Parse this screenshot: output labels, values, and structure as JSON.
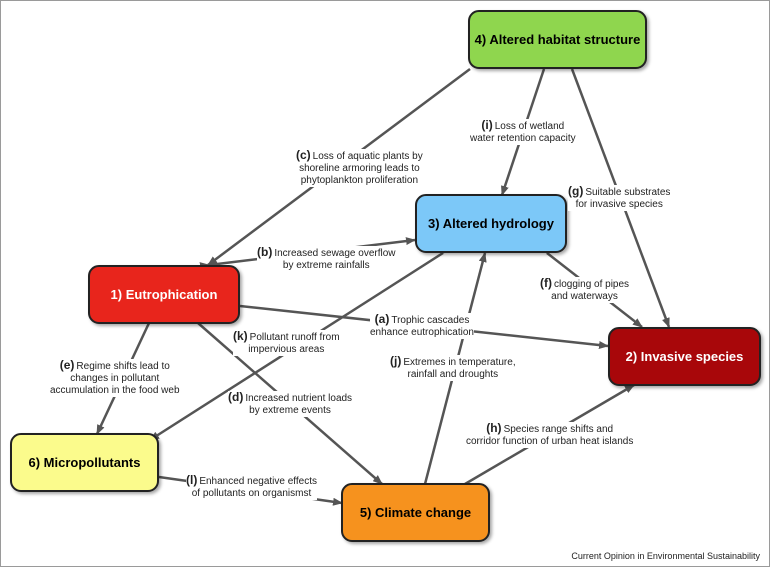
{
  "nodes": {
    "eutrophication": "1) Eutrophication",
    "invasive": "2) Invasive species",
    "hydrology": "3) Altered hydrology",
    "habitat": "4) Altered habitat structure",
    "climate": "5) Climate change",
    "micropollutants": "6) Micropollutants"
  },
  "node_colors": {
    "eutrophication": "#e8251c",
    "invasive": "#a8070a",
    "hydrology": "#7cc8f8",
    "habitat": "#8fd64e",
    "climate": "#f6921e",
    "micropollutants": "#fbfb8c"
  },
  "links": {
    "a": {
      "letter": "(a)",
      "line1": "Trophic cascades",
      "line2": "enhance eutrophication"
    },
    "b": {
      "letter": "(b)",
      "line1": "Increased sewage overflow",
      "line2": "by extreme rainfalls"
    },
    "c": {
      "letter": "(c)",
      "line1": "Loss of aquatic plants by",
      "line2": "shoreline armoring leads to",
      "line3": "phytoplankton proliferation"
    },
    "d": {
      "letter": "(d)",
      "line1": "Increased nutrient loads",
      "line2": "by extreme events"
    },
    "e": {
      "letter": "(e)",
      "line1": "Regime shifts lead to",
      "line2": "changes in pollutant",
      "line3": "accumulation in the food web"
    },
    "f": {
      "letter": "(f)",
      "line1": "clogging of pipes",
      "line2": "and waterways"
    },
    "g": {
      "letter": "(g)",
      "line1": "Suitable substrates",
      "line2": "for invasive species"
    },
    "h": {
      "letter": "(h)",
      "line1": "Species range shifts and",
      "line2": "corridor function of urban heat islands"
    },
    "i": {
      "letter": "(i)",
      "line1": "Loss of wetland",
      "line2": "water retention capacity"
    },
    "j": {
      "letter": "(j)",
      "line1": "Extremes in temperature,",
      "line2": "rainfall and droughts"
    },
    "k": {
      "letter": "(k)",
      "line1": "Pollutant runoff from",
      "line2": "impervious areas"
    },
    "l": {
      "letter": "(l)",
      "line1": "Enhanced negative effects",
      "line2": "of pollutants on organismst"
    }
  },
  "credit": "Current Opinion in Environmental Sustainability"
}
